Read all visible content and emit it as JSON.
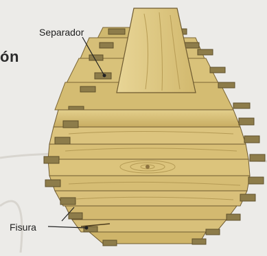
{
  "heading_fragment": "ón",
  "labels": {
    "separador": "Separador",
    "fisura": "Fisura"
  },
  "colors": {
    "background": "#ecebe8",
    "wood_face": "#d9c27a",
    "wood_end": "#c9ad5e",
    "separator": "#8a7a4a",
    "shadow": "#6b5a35"
  }
}
